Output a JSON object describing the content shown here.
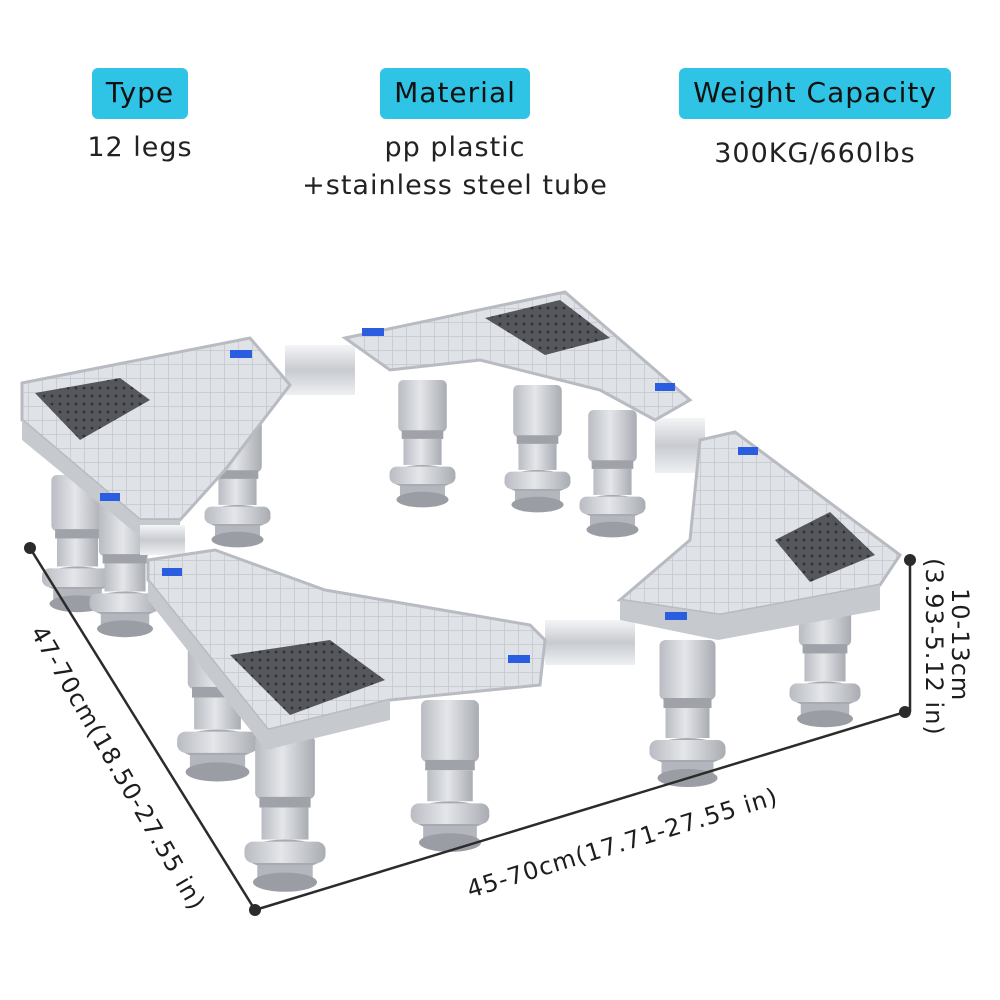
{
  "specs": {
    "type": {
      "label": "Type",
      "value": "12 legs"
    },
    "material": {
      "label": "Material",
      "value_line1": "pp plastic",
      "value_line2": "+stainless steel tube"
    },
    "weight": {
      "label": "Weight Capacity",
      "value": "300KG/660lbs"
    }
  },
  "dimensions": {
    "depth": "47-70cm(18.50-27.55 in)",
    "width": "45-70cm(17.71-27.55 in)",
    "height_line1": "10-13cm",
    "height_line2": "(3.93-5.12 in)"
  },
  "colors": {
    "badge": "#2fc4e6",
    "plastic": "#d9dce1",
    "pad": "#4a4c52",
    "accent": "#2a5de0"
  }
}
